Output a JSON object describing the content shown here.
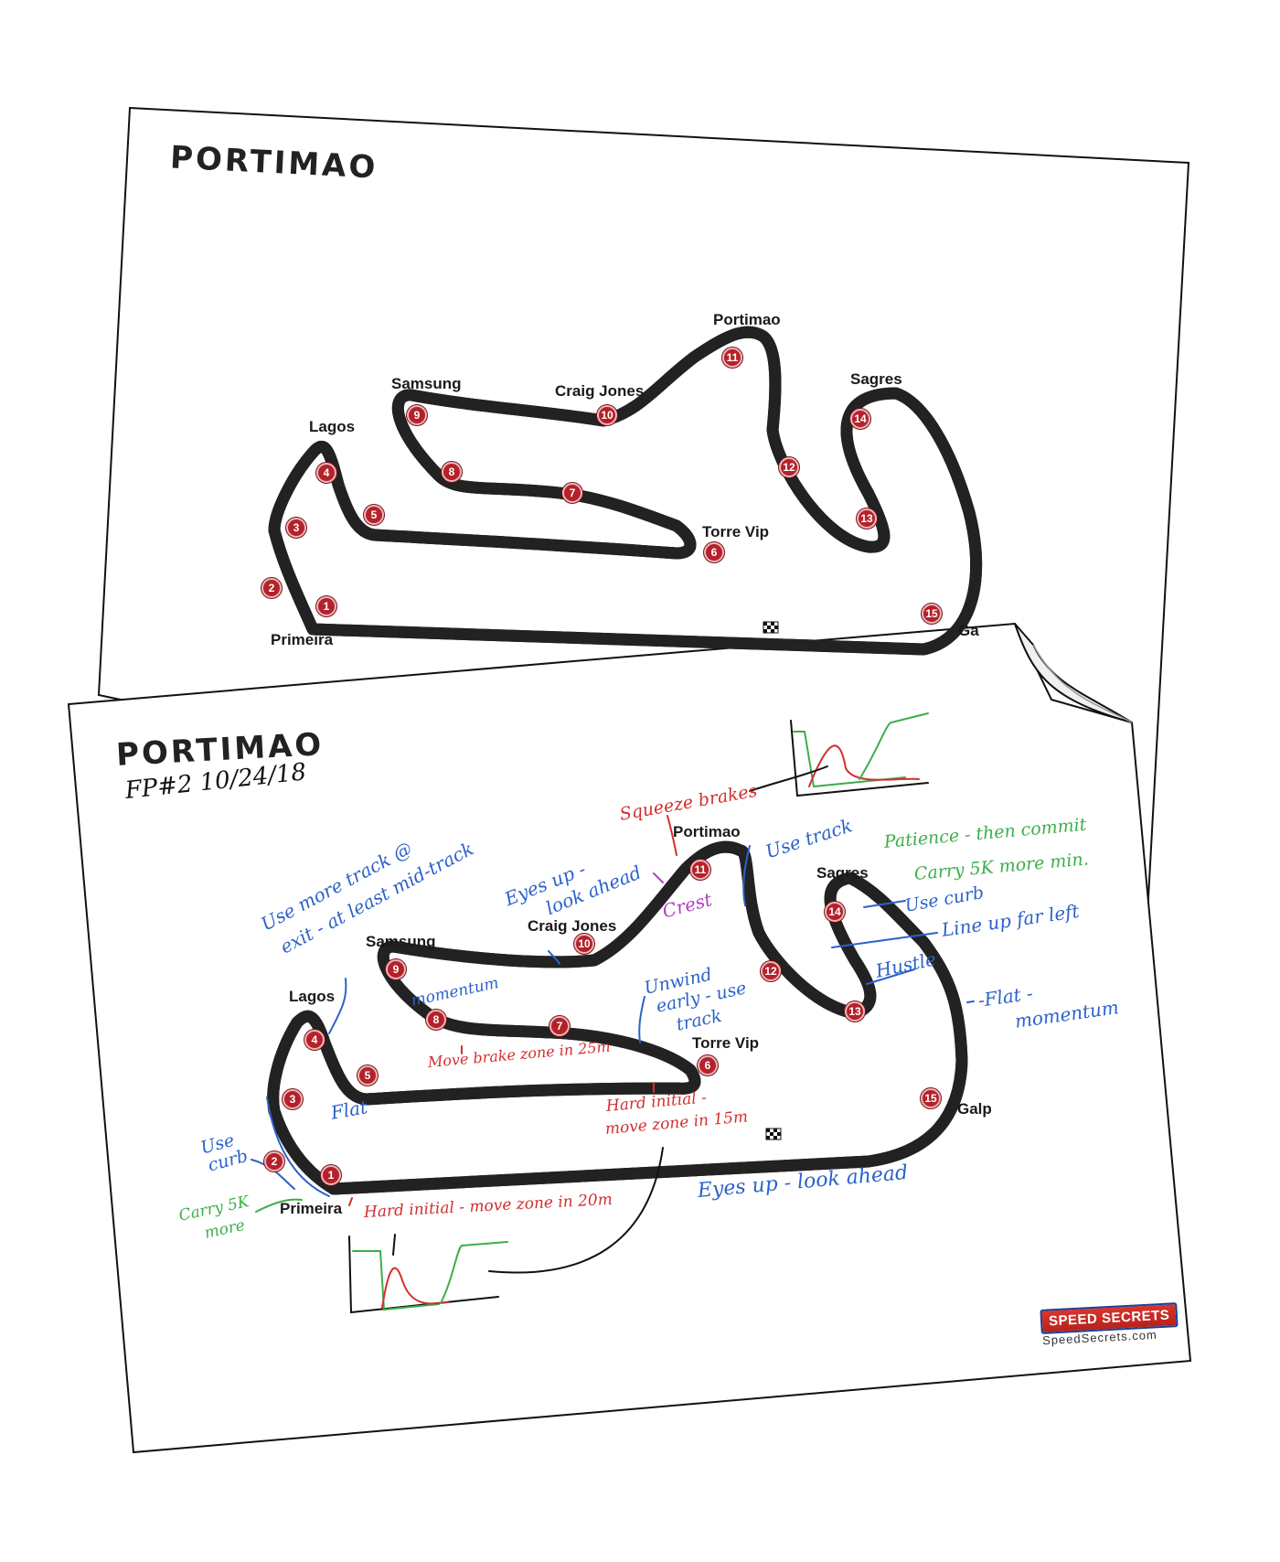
{
  "back_sheet": {
    "title": "PORTIMAO",
    "corners": {
      "portimao": "Portimao",
      "samsung": "Samsung",
      "craig_jones": "Craig Jones",
      "sagres": "Sagres",
      "lagos": "Lagos",
      "torre_vip": "Torre Vip",
      "primeira": "Primeira",
      "galp_partial": "Ga"
    },
    "turns": [
      "1",
      "2",
      "3",
      "4",
      "5",
      "6",
      "7",
      "8",
      "9",
      "10",
      "11",
      "12",
      "13",
      "14",
      "15"
    ]
  },
  "front_sheet": {
    "title": "PORTIMAO",
    "subtitle": "FP#2   10/24/18",
    "corners": {
      "portimao": "Portimao",
      "samsung": "Samsung",
      "craig_jones": "Craig Jones",
      "sagres": "Sagres",
      "lagos": "Lagos",
      "torre_vip": "Torre Vip",
      "primeira": "Primeira",
      "galp": "Galp"
    },
    "turns": [
      "1",
      "2",
      "3",
      "4",
      "5",
      "6",
      "7",
      "8",
      "9",
      "10",
      "11",
      "12",
      "13",
      "14",
      "15"
    ],
    "notes": {
      "squeeze_brakes": "Squeeze brakes",
      "use_track_top": "Use track",
      "patience": "Patience - then commit",
      "carry_5k_min": "Carry 5K more min.",
      "use_more_track_1": "Use more track @",
      "use_more_track_2": "exit - at least mid-track",
      "eyes_up_1": "Eyes up -",
      "eyes_up_2": "look ahead",
      "crest": "Crest",
      "use_curb_top": "Use curb",
      "line_up": "Line up far left",
      "hustle": "Hustle",
      "flat_right_1": "-Flat -",
      "flat_right_2": "momentum",
      "momentum": "momentum",
      "unwind_1": "Unwind",
      "unwind_2": "early - use",
      "unwind_3": "track",
      "move_brake_zone": "Move brake zone in 25m",
      "hard_initial_1": "Hard initial -",
      "hard_initial_2": "move zone in 15m",
      "flat_left": "Flat",
      "use_curb_left_1": "Use",
      "use_curb_left_2": "curb",
      "carry_5k_1": "Carry 5K",
      "carry_5k_2": "more",
      "hard_initial_bottom": "Hard initial - move zone in 20m",
      "eyes_up_bottom": "Eyes up - look ahead"
    },
    "logo": "SPEED SECRETS",
    "logo_url": "SpeedSecrets.com"
  },
  "colors": {
    "blue_ink": "#2b62c9",
    "red_ink": "#d32f2f",
    "green_ink": "#3cae4a",
    "purple_ink": "#b33fc4",
    "turn_marker": "#b5212a"
  }
}
